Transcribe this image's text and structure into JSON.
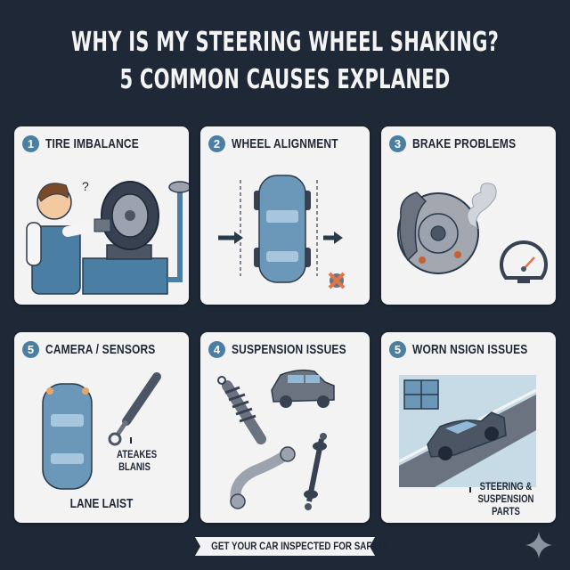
{
  "header": {
    "title_line1": "WHY IS MY STEERING WHEEL SHAKING?",
    "title_line2": "5 COMMON CAUSES EXPLANED"
  },
  "cards": [
    {
      "number": "1",
      "title": "TIRE IMBALANCE",
      "illustration": "mechanic-wheel-balancer",
      "annotations": [
        "?"
      ]
    },
    {
      "number": "2",
      "title": "WHEEL ALIGNMENT",
      "illustration": "car-top-view-alignment-arrows",
      "annotations": []
    },
    {
      "number": "3",
      "title": "BRAKE PROBLEMS",
      "illustration": "brake-rotor-smoke-gauge",
      "annotations": []
    },
    {
      "number": "5",
      "title": "CAMERA / SENSORS",
      "illustration": "car-top-view-shock-absorber",
      "annotations": [
        "ATEAKES",
        "BLANIS",
        "LANE LAIST"
      ]
    },
    {
      "number": "4",
      "title": "SUSPENSION ISSUES",
      "illustration": "suspension-parts-car",
      "annotations": []
    },
    {
      "number": "5",
      "title": "WORN NSIGN ISSUES",
      "illustration": "car-on-road",
      "annotations": [
        "STEERING &",
        "SUSPENSION",
        "PARTS"
      ]
    }
  ],
  "footer": {
    "banner_text": "GET YOUR CAR INSPECTED FOR SAFETY",
    "sparkle_icon": "sparkle-icon"
  },
  "colors": {
    "background": "#1e2836",
    "card": "#f3f3f3",
    "badge": "#4a7ea3",
    "car_blue": "#6b97b9",
    "accent_orange": "#e2734a",
    "text_dark": "#1d2633"
  }
}
